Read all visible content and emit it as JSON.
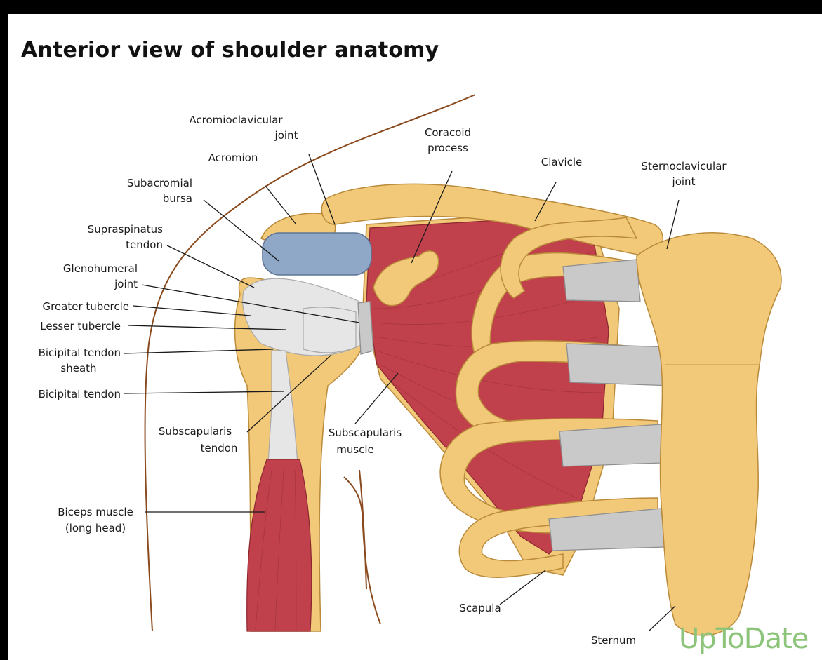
{
  "title": "Anterior view of shoulder anatomy",
  "labels": {
    "ac_joint_1": "Acromioclavicular",
    "ac_joint_2": "joint",
    "coracoid_1": "Coracoid",
    "coracoid_2": "process",
    "acromion": "Acromion",
    "clavicle": "Clavicle",
    "sc_joint_1": "Sternoclavicular",
    "sc_joint_2": "joint",
    "subacromial_1": "Subacromial",
    "subacromial_2": "bursa",
    "supraspinatus_1": "Supraspinatus",
    "supraspinatus_2": "tendon",
    "glenohumeral_1": "Glenohumeral",
    "glenohumeral_2": "joint",
    "greater_tubercle": "Greater tubercle",
    "lesser_tubercle": "Lesser tubercle",
    "bicipital_sheath_1": "Bicipital tendon",
    "bicipital_sheath_2": "sheath",
    "bicipital_tendon": "Bicipital tendon",
    "subscap_tendon_1": "Subscapularis",
    "subscap_tendon_2": "tendon",
    "subscap_muscle_1": "Subscapularis",
    "subscap_muscle_2": "muscle",
    "biceps_1": "Biceps muscle",
    "biceps_2": "(long head)",
    "scapula": "Scapula",
    "sternum": "Sternum"
  },
  "logo": "UpToDate",
  "colors": {
    "bone": "#f2c978",
    "muscle": "#c0414b",
    "cartilage": "#c9c9c9",
    "bursa": "#8fa8c8",
    "logo": "#8cc47a"
  }
}
